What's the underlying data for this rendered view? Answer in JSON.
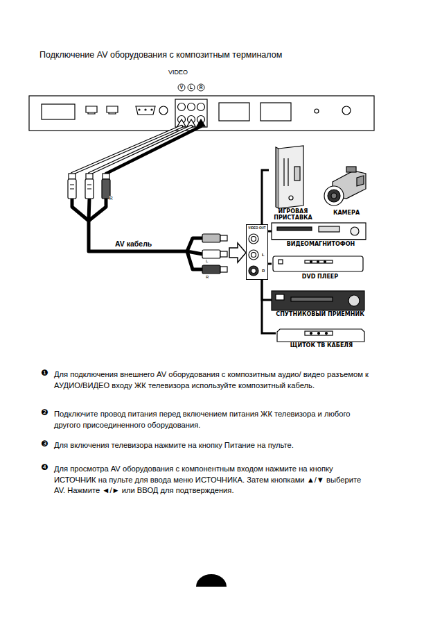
{
  "diagram": {
    "title": "Подключение AV оборудования с композитным терминалом",
    "nodes": [
      {
        "text": [
          "VIDEO OUT",
          "L",
          "R"
        ]
      },
      {
        "text": [
          "ИГРОВАЯ ПРИСТАВКА"
        ]
      },
      {
        "text": [
          "КАМЕРА"
        ]
      },
      {
        "text": [
          "ВИДЕОМАГНИТОФОН"
        ]
      },
      {
        "text": [
          "DVD ПЛЕЕР"
        ]
      },
      {
        "text": [
          "СПУТНИКОВЫЙ ПРИЕМНИК"
        ]
      },
      {
        "text": [
          "ЩИТОК ТВ КАБЕЛЯ"
        ]
      }
    ],
    "edges": [
      {
        "from": 1,
        "to": 0,
        "arrow": "none"
      },
      {
        "from": 3,
        "to": 0,
        "arrow": "none"
      },
      {
        "from": 4,
        "to": 0,
        "arrow": "none"
      },
      {
        "from": 5,
        "to": 0,
        "arrow": "none"
      },
      {
        "from": 6,
        "to": 0,
        "arrow": "none"
      }
    ],
    "labels": [
      "VIDEO",
      "V",
      "L",
      "R",
      "R",
      "AV кабель",
      "L",
      "R",
      "❶",
      "Для подключения внешнего AV оборудования с композитным аудио/ видео разъемом к АУДИО/ВИДЕО входу ЖК телевизора используйте композитный кабель.",
      "❷",
      "Подключите провод питания перед включением питания ЖК телевизора и любого другого присоединенного оборудования.",
      "❸",
      "Для включения телевизора нажмите на кнопку Питание на пульте.",
      "❹",
      "Для просмотра AV оборудования с компонентным входом нажмите на кнопку ИСТОЧНИК на пульте для ввода меню ИСТОЧНИКА. Затем кнопками ▲/▼ выберите AV. Нажмите ◄/► или ВВОД для подтверждения."
    ]
  }
}
